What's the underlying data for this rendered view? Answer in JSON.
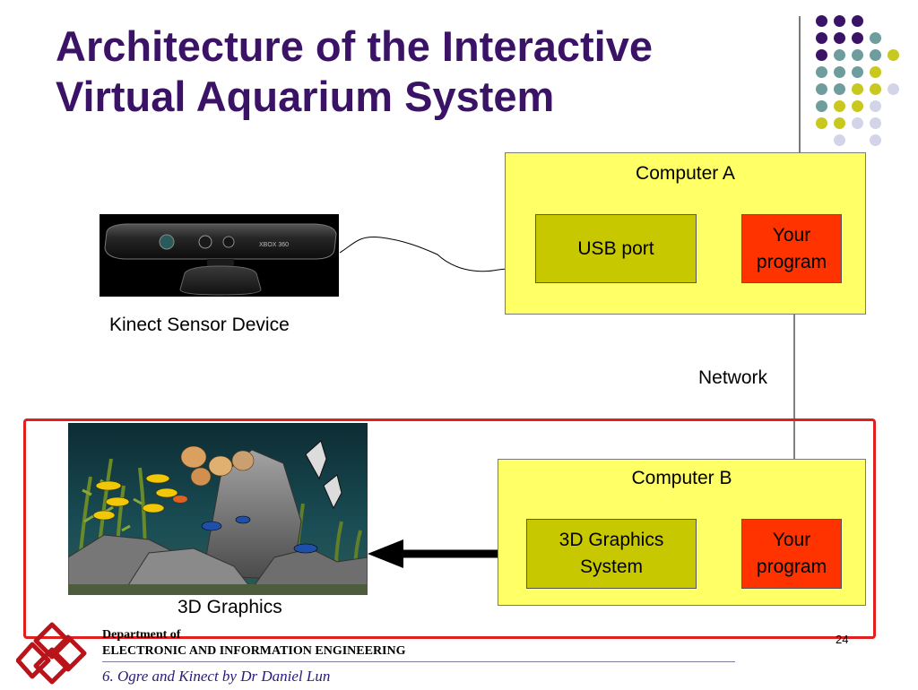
{
  "slide": {
    "title_line1": "Architecture of the Interactive",
    "title_line2": "Virtual Aquarium System",
    "page_number": "24"
  },
  "kinect": {
    "label": "Kinect Sensor Device",
    "device_text": "XBOX 360"
  },
  "computer_a": {
    "label": "Computer A",
    "usb_label": "USB port",
    "program_line1": "Your",
    "program_line2": "program"
  },
  "network": {
    "label": "Network"
  },
  "computer_b": {
    "label": "Computer B",
    "graphics_line1": "3D Graphics",
    "graphics_line2": "System",
    "program_line1": "Your",
    "program_line2": "program"
  },
  "graphics_image": {
    "label": "3D Graphics"
  },
  "footer": {
    "dept_line1": "Department of",
    "dept_line2": "ELECTRONIC AND INFORMATION ENGINEERING",
    "course": "6. Ogre and Kinect by Dr Daniel Lun"
  },
  "colors": {
    "title": "#3b1366",
    "computer_box": "#ffff66",
    "usb_box": "#c8c800",
    "program_box": "#ff3300",
    "highlight_frame": "#e21f1f",
    "dot_purple": "#3b1366",
    "dot_teal": "#6f9c9c",
    "dot_yellow": "#c8c81e",
    "dot_lavender": "#d4d4e8"
  }
}
